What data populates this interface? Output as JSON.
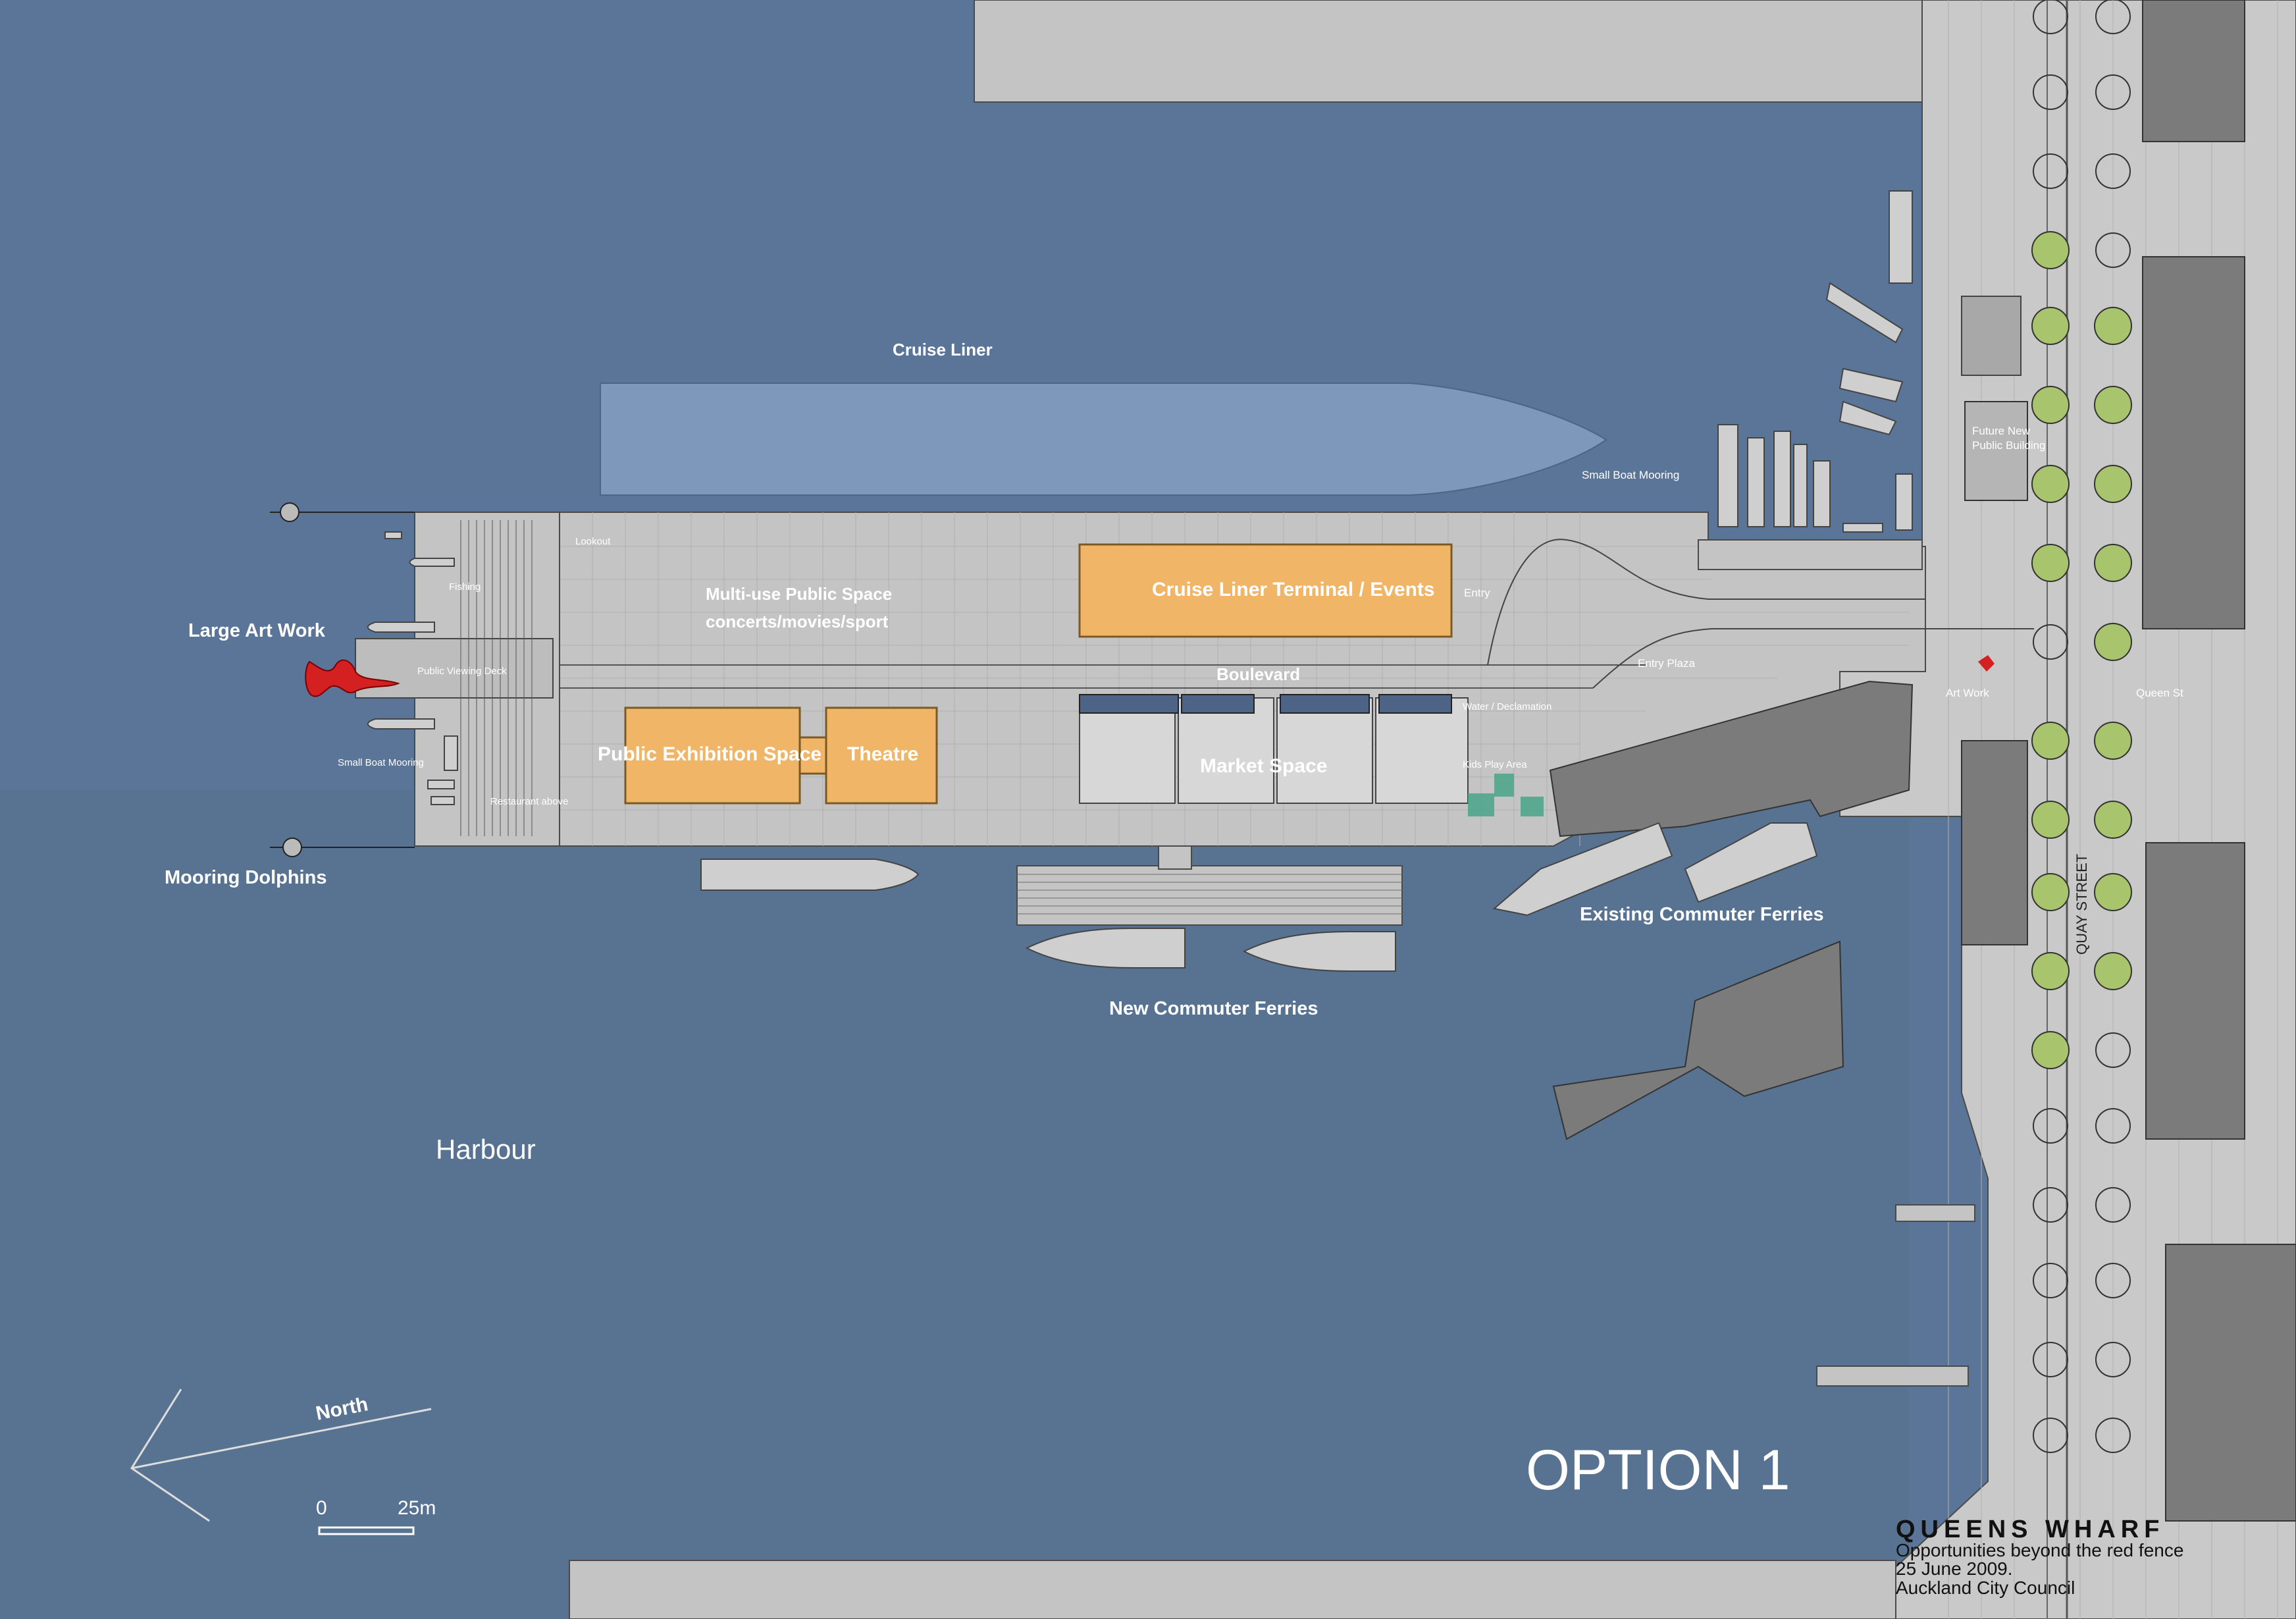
{
  "labels": {
    "cruise_liner": "Cruise Liner",
    "small_boat_mooring_top": "Small Boat Mooring",
    "future_public_building": [
      "Future New",
      "Public Building"
    ],
    "lookout": "Lookout",
    "fishing": "Fishing",
    "large_art_work": "Large  Art  Work",
    "public_viewing_deck": "Public Viewing Deck",
    "multi_use_space": [
      "Multi-use Public Space",
      "concerts/movies/sport"
    ],
    "cruise_terminal": "Cruise Liner Terminal / Events",
    "entry": "Entry",
    "boulevard": "Boulevard",
    "entry_plaza": "Entry Plaza",
    "art_work": "Art  Work",
    "queen_st": "Queen St",
    "water_declamation": "Water / Declamation",
    "kids_play_area": "Kids  Play Area",
    "public_exhibition": "Public Exhibition Space",
    "theatre": "Theatre",
    "market_space": "Market  Space",
    "small_boat_mooring_left": "Small Boat Mooring",
    "restaurant_above": "Restaurant above",
    "mooring_dolphins": "Mooring Dolphins",
    "existing_ferries": "Existing Commuter Ferries",
    "new_ferries": "New Commuter Ferries",
    "harbour": "Harbour",
    "quay_street": "QUAY STREET",
    "north": "North",
    "option": "OPTION 1"
  },
  "scale_bar": {
    "start": "0",
    "end": "25m"
  },
  "title_block": {
    "title": "QUEENS WHARF",
    "subtitle": "Opportunities beyond the red fence",
    "date": "25 June 2009.",
    "org": "Auckland City Council"
  },
  "colors": {
    "water": "#5a7597",
    "wharf": "#c4c4c4",
    "building_highlight": "#f0b567",
    "art_work": "#d42020",
    "trees": "#a8c46c",
    "play_area": "#4aa58a"
  }
}
